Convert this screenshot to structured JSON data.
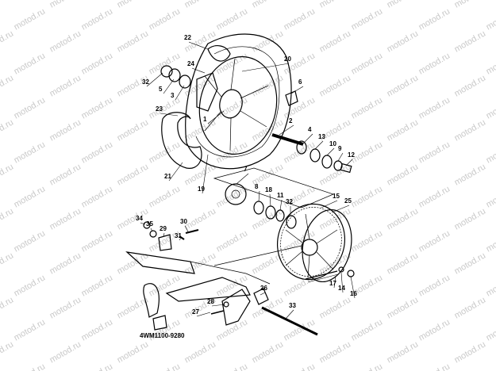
{
  "watermark_text": "motod.ru",
  "diagram_code": "4WM1100-9280",
  "callouts": [
    {
      "id": "c1",
      "label": "1"
    },
    {
      "id": "c2",
      "label": "2"
    },
    {
      "id": "c3",
      "label": "3"
    },
    {
      "id": "c4",
      "label": "4"
    },
    {
      "id": "c5",
      "label": "5"
    },
    {
      "id": "c6",
      "label": "6"
    },
    {
      "id": "c7",
      "label": "7"
    },
    {
      "id": "c8",
      "label": "8"
    },
    {
      "id": "c9",
      "label": "9"
    },
    {
      "id": "c10",
      "label": "10"
    },
    {
      "id": "c11",
      "label": "11"
    },
    {
      "id": "c12",
      "label": "12"
    },
    {
      "id": "c13",
      "label": "13"
    },
    {
      "id": "c14",
      "label": "14"
    },
    {
      "id": "c15",
      "label": "15"
    },
    {
      "id": "c16",
      "label": "16"
    },
    {
      "id": "c17",
      "label": "17"
    },
    {
      "id": "c18",
      "label": "18"
    },
    {
      "id": "c19",
      "label": "19"
    },
    {
      "id": "c20",
      "label": "20"
    },
    {
      "id": "c21",
      "label": "21"
    },
    {
      "id": "c22",
      "label": "22"
    },
    {
      "id": "c23",
      "label": "23"
    },
    {
      "id": "c24",
      "label": "24"
    },
    {
      "id": "c25",
      "label": "25"
    },
    {
      "id": "c26",
      "label": "26"
    },
    {
      "id": "c27",
      "label": "27"
    },
    {
      "id": "c28",
      "label": "28"
    },
    {
      "id": "c29",
      "label": "29"
    },
    {
      "id": "c30",
      "label": "30"
    },
    {
      "id": "c31",
      "label": "31"
    },
    {
      "id": "c32a",
      "label": "32"
    },
    {
      "id": "c32b",
      "label": "32"
    },
    {
      "id": "c33",
      "label": "33"
    },
    {
      "id": "c34",
      "label": "34"
    },
    {
      "id": "c35",
      "label": "35"
    }
  ]
}
